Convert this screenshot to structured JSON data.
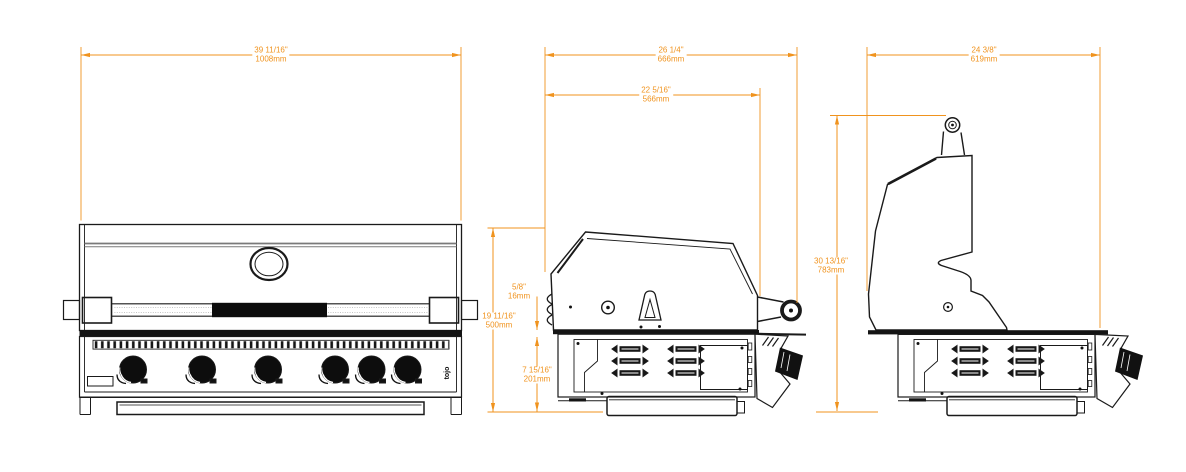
{
  "colors": {
    "dimension_accent": "#F0931E",
    "drawing_line": "#1A1A1A",
    "background": "#FFFFFF",
    "hood_band_gray": "#7A7A7A"
  },
  "brand": {
    "logo_text": "tojo"
  },
  "dimensions": {
    "front_overall_width": {
      "inches": "39 11/16\"",
      "mm": "1008mm"
    },
    "side_overall_depth": {
      "inches": "26 1/4\"",
      "mm": "666mm"
    },
    "side_body_depth": {
      "inches": "22 5/16\"",
      "mm": "566mm"
    },
    "flange_lip_height": {
      "inches": "5/8\"",
      "mm": "16mm"
    },
    "side_overall_height": {
      "inches": "19 11/16\"",
      "mm": "500mm"
    },
    "firebox_depth_below_flange": {
      "inches": "7 15/16\"",
      "mm": "201mm"
    },
    "open_lid_height": {
      "inches": "30 13/16\"",
      "mm": "783mm"
    },
    "open_overall_depth": {
      "inches": "24 3/8\"",
      "mm": "619mm"
    }
  }
}
